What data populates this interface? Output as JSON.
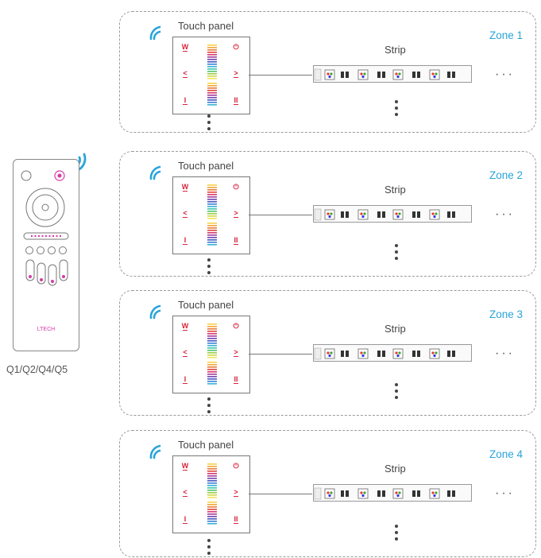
{
  "remote": {
    "caption": "Q1/Q2/Q4/Q5",
    "brand": "LTECH",
    "signal_icon": "wifi-signal-icon"
  },
  "zones": [
    {
      "label": "Zone 1",
      "panel_label": "Touch panel",
      "strip_label": "Strip",
      "strip_more": "···"
    },
    {
      "label": "Zone 2",
      "panel_label": "Touch panel",
      "strip_label": "Strip",
      "strip_more": "···"
    },
    {
      "label": "Zone 3",
      "panel_label": "Touch panel",
      "strip_label": "Strip",
      "strip_more": "···"
    },
    {
      "label": "Zone 4",
      "panel_label": "Touch panel",
      "strip_label": "Strip",
      "strip_more": "···"
    }
  ],
  "panel_buttons": {
    "w": "W",
    "power": "⏻",
    "left": "<",
    "right": ">",
    "i": "I",
    "ii": "II"
  },
  "colors": {
    "accent": "#2aa4d8",
    "button_red": "#d8233a",
    "remote_magenta": "#d63aa8",
    "border": "#9a9a9a"
  }
}
